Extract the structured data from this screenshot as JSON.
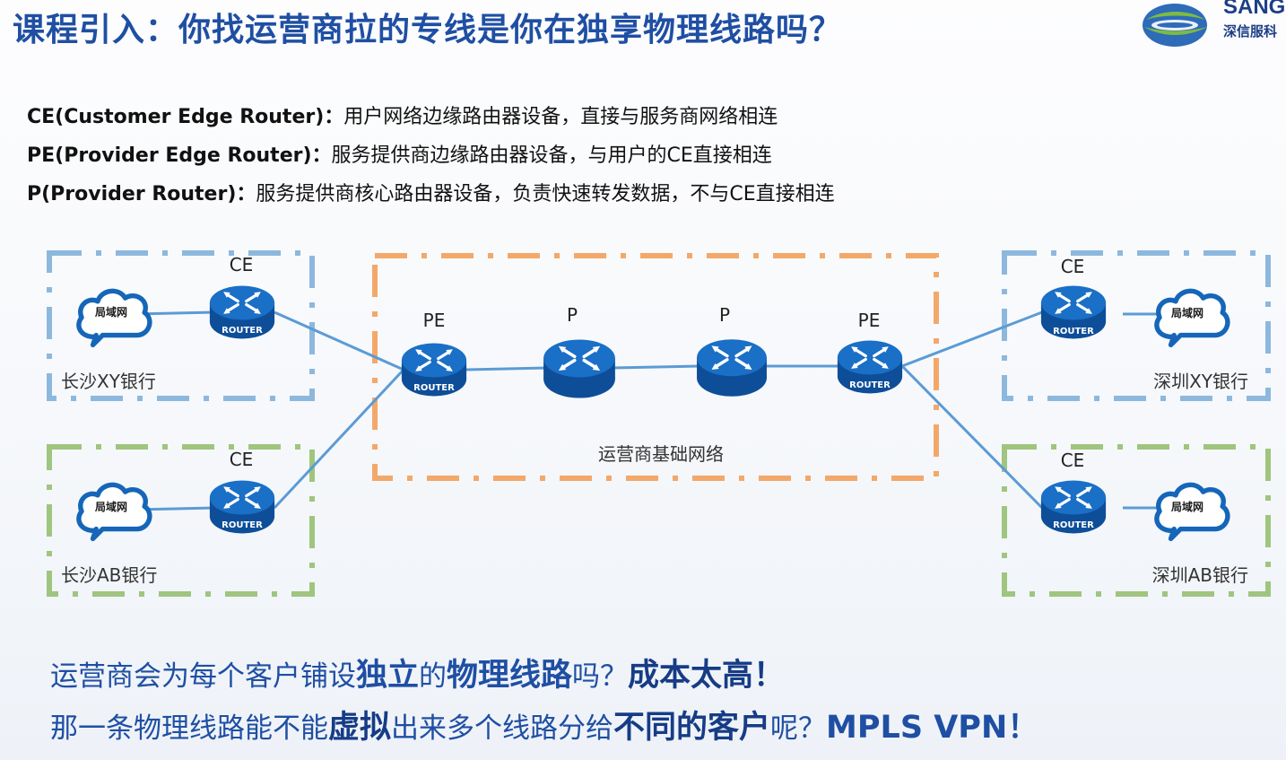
{
  "title": "课程引入：你找运营商拉的专线是你在独享物理线路吗？",
  "logo": {
    "text_line1": "SANG",
    "text_line2": "深信服科"
  },
  "definitions": [
    {
      "term": "CE(Customer Edge Router)：",
      "desc": "用户网络边缘路由器设备，直接与服务商网络相连"
    },
    {
      "term": "PE(Provider Edge Router)：",
      "desc": "服务提供商边缘路由器设备，与用户的CE直接相连"
    },
    {
      "term": "P(Provider Router)：",
      "desc": "服务提供商核心路由器设备，负责快速转发数据，不与CE直接相连"
    }
  ],
  "diagram": {
    "sites": [
      {
        "name": "长沙XY银行",
        "ce_label": "CE",
        "lan_label": "局域网",
        "router_label": "ROUTER",
        "color": "#8db8de"
      },
      {
        "name": "长沙AB银行",
        "ce_label": "CE",
        "lan_label": "局域网",
        "router_label": "ROUTER",
        "color": "#9fc57e"
      },
      {
        "name": "深圳XY银行",
        "ce_label": "CE",
        "lan_label": "局域网",
        "router_label": "ROUTER",
        "color": "#8db8de"
      },
      {
        "name": "深圳AB银行",
        "ce_label": "CE",
        "lan_label": "局域网",
        "router_label": "ROUTER",
        "color": "#9fc57e"
      }
    ],
    "provider": {
      "label": "运营商基础网络",
      "color": "#f3a86a",
      "nodes": [
        {
          "label": "PE",
          "router_label": "ROUTER"
        },
        {
          "label": "P"
        },
        {
          "label": "P"
        },
        {
          "label": "PE",
          "router_label": "ROUTER"
        }
      ]
    },
    "link_color": "#5b9bd5",
    "router_color": "#1566b8"
  },
  "bottom": {
    "line1": [
      "运营商会为每个客户铺设",
      "独立",
      "的",
      "物理线路",
      "吗？",
      "成本太高！"
    ],
    "line2": [
      "那一条物理线路能不能",
      "虚拟",
      "出来多个线路分给",
      "不同的客户",
      "呢？",
      "MPLS VPN！"
    ]
  }
}
